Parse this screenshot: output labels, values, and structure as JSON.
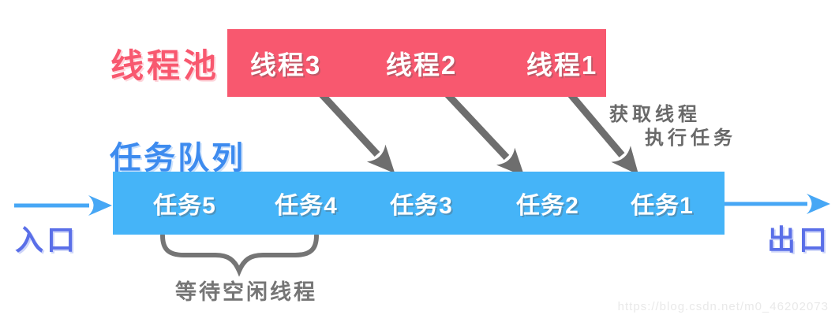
{
  "thread_pool": {
    "label": "线程池",
    "threads": [
      "线程3",
      "线程2",
      "线程1"
    ]
  },
  "task_queue": {
    "label": "任务队列",
    "tasks": [
      "任务5",
      "任务4",
      "任务3",
      "任务2",
      "任务1"
    ]
  },
  "annotations": {
    "entry": "入口",
    "exit": "出口",
    "get_thread_line1": "获取线程",
    "get_thread_line2": "执行任务",
    "wait_idle": "等待空闲线程"
  },
  "watermark": "https://blog.csdn.net/m0_46202073",
  "colors": {
    "thread_pool_pink": "#F8586F",
    "task_queue_blue": "#45B4F8",
    "queue_label_blue": "#3D8BEF",
    "port_label_blue": "#5A6FE8",
    "flow_arrow_blue": "#47A7F5",
    "assignment_arrow_gray": "#6E6E6E",
    "annotation_gray": "#757575",
    "watermark_gray": "#E9E9E9"
  }
}
